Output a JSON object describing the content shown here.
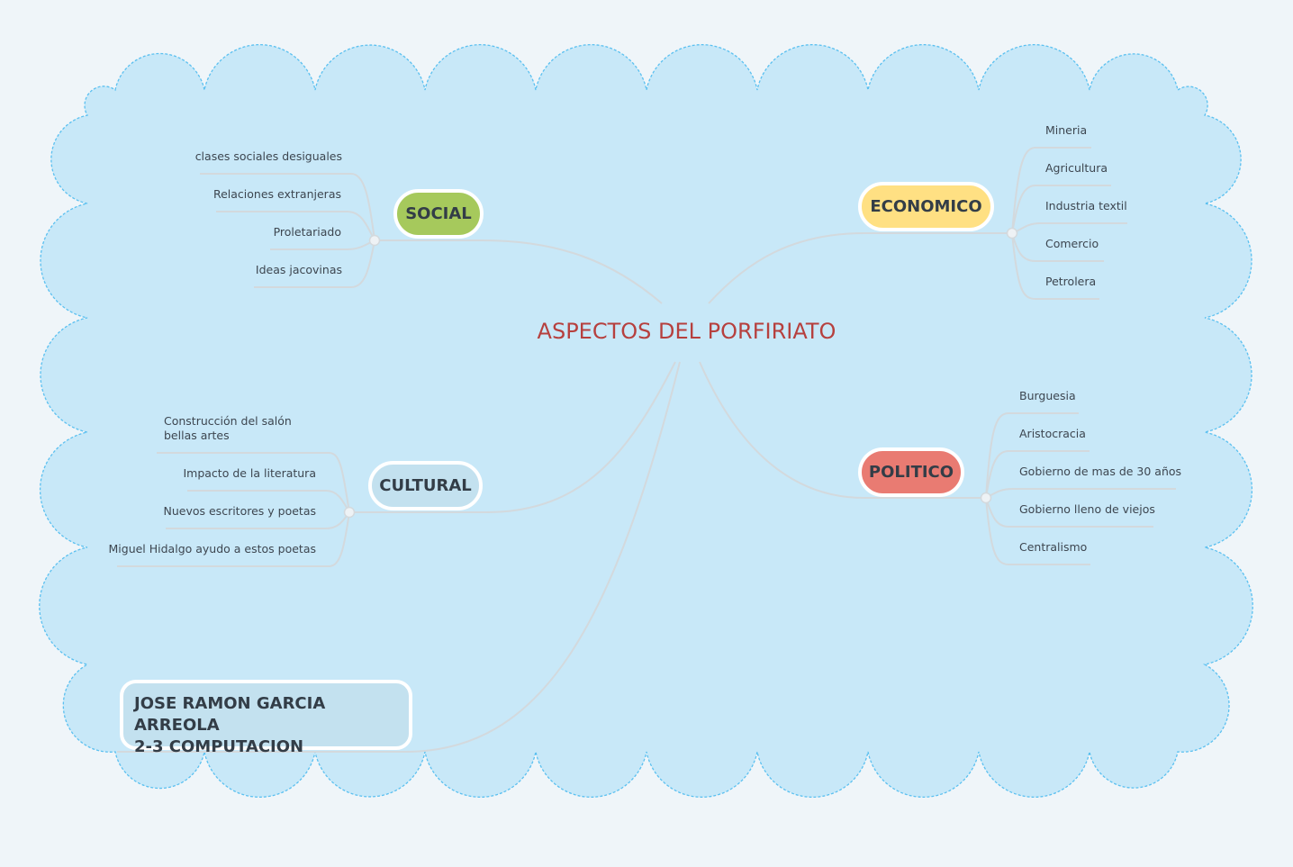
{
  "title": "ASPECTOS DEL PORFIRIATO",
  "colors": {
    "background": "#eff5f9",
    "cloud_fill": "#c8e8f8",
    "cloud_border": "#5bc0f0",
    "social": "#a6c95c",
    "economico": "#ffe083",
    "politico": "#e97b72",
    "cultural": "#c3e1ef",
    "author": "#c3e1ef",
    "line": "#d3d9dd",
    "title": "#b6403e"
  },
  "branches": {
    "social": {
      "label": "SOCIAL",
      "items": [
        "clases sociales desiguales",
        "Relaciones extranjeras",
        "Proletariado",
        "Ideas jacovinas"
      ]
    },
    "economico": {
      "label": "ECONOMICO",
      "items": [
        "Mineria",
        "Agricultura",
        "Industria textil",
        "Comercio",
        "Petrolera"
      ]
    },
    "cultural": {
      "label": "CULTURAL",
      "items": [
        "Construcción del salón bellas artes",
        "Impacto de la literatura",
        "Nuevos escritores y poetas",
        "Miguel Hidalgo ayudo a estos poetas"
      ]
    },
    "politico": {
      "label": "POLITICO",
      "items": [
        "Burguesia",
        "Aristocracia",
        "Gobierno de mas de 30 años",
        "Gobierno lleno de viejos",
        "Centralismo"
      ]
    }
  },
  "author": {
    "line1": "JOSE RAMON GARCIA ARREOLA",
    "line2": "2-3 COMPUTACION"
  }
}
